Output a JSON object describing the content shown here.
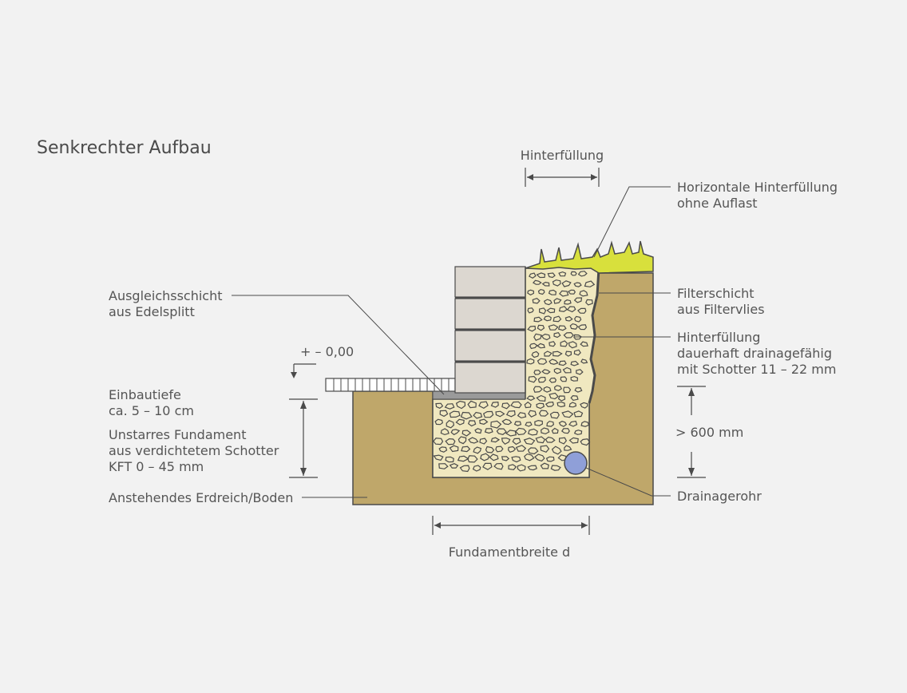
{
  "title": "Senkrechter Aufbau",
  "labels": {
    "backfill_top": "Hinterfüllung",
    "horizontal_backfill": [
      "Horizontale Hinterfüllung",
      "ohne Auflast"
    ],
    "leveling_layer": [
      "Ausgleichsschicht",
      "aus Edelsplitt"
    ],
    "filter_layer": [
      "Filterschicht",
      "aus Filtervlies"
    ],
    "backfill_drain": [
      "Hinterfüllung",
      "dauerhaft drainagefähig",
      "mit Schotter 11 – 22 mm"
    ],
    "level": "+ – 0,00",
    "install_depth": [
      "Einbautiefe",
      "ca. 5 – 10 cm"
    ],
    "foundation": [
      "Unstarres Fundament",
      "aus verdichtetem Schotter",
      "KFT 0 – 45 mm"
    ],
    "depth": "> 600 mm",
    "soil": "Anstehendes Erdreich/Boden",
    "drain_pipe": "Drainagerohr",
    "foundation_width": "Fundamentbreite d"
  },
  "colors": {
    "background": "#f2f2f2",
    "soil": "#bfa76a",
    "gravel": "#f0e8c0",
    "block": "#dcd7d0",
    "grass": "#d8e03c",
    "pipe": "#8f9fd8",
    "leveling": "#9a9a9a",
    "outline": "#4a4a4a",
    "text": "#555555"
  }
}
